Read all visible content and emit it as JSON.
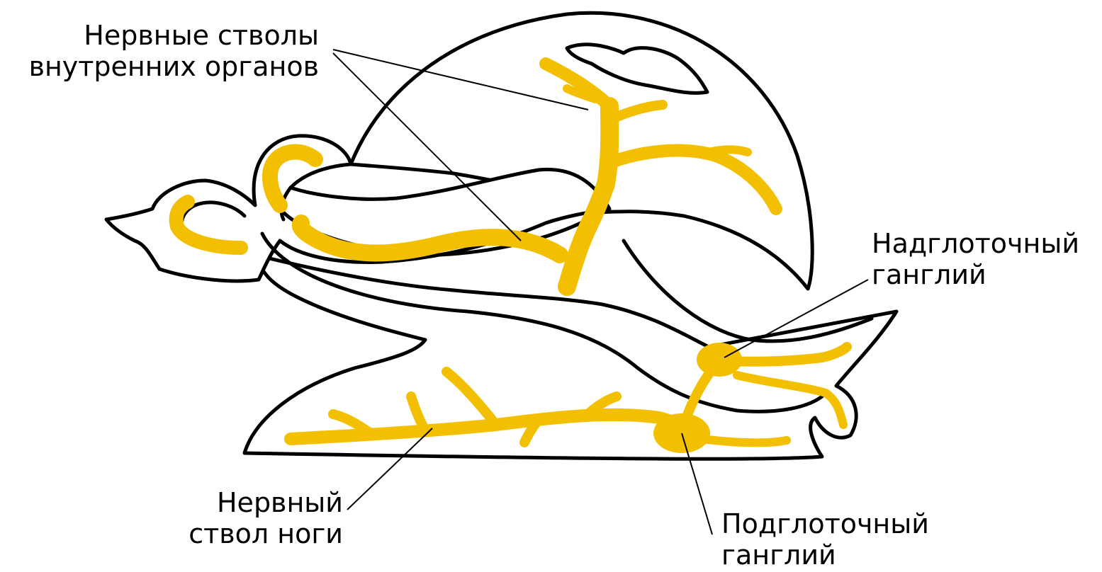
{
  "labels": {
    "visceral_nerves": {
      "line1": "Нервные стволы",
      "line2": "внутренних органов"
    },
    "supraesophageal_ganglion": {
      "line1": "Надглоточный",
      "line2": "ганглий"
    },
    "foot_nerve": {
      "line1": "Нервный",
      "line2": "ствол ноги"
    },
    "subesophageal_ganglion": {
      "line1": "Подглоточный",
      "line2": "ганглий"
    }
  },
  "colors": {
    "nerve": "#f2c000",
    "outline": "#000000",
    "background": "#ffffff"
  }
}
